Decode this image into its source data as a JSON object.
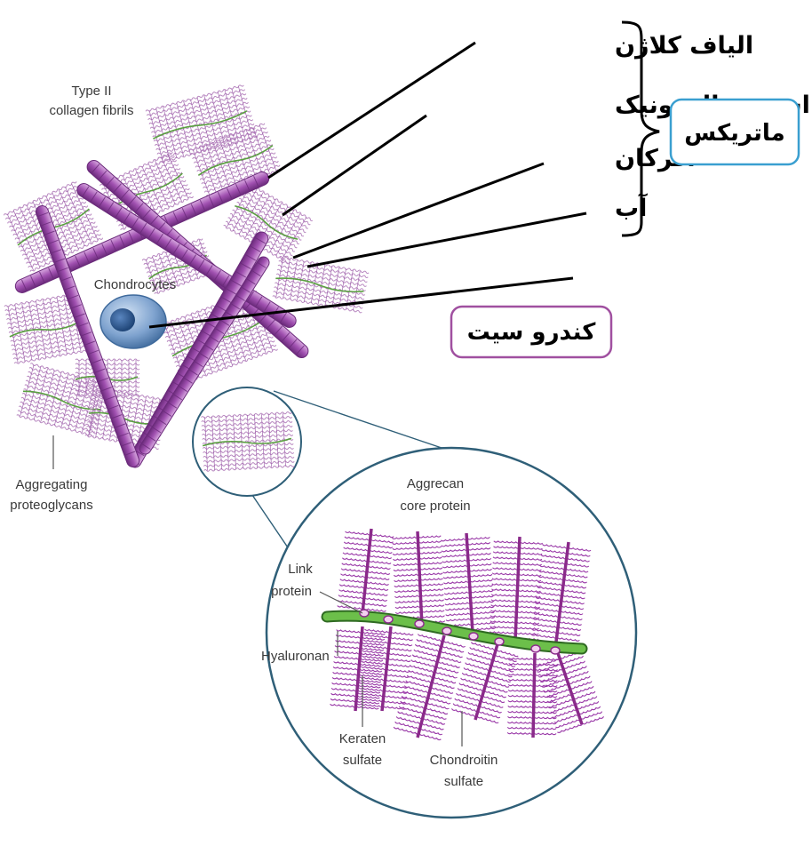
{
  "labels": {
    "type2_line1": "Type II",
    "type2_line2": "collagen fibrils",
    "chondrocytes": "Chondrocytes",
    "aggregating_line1": "Aggregating",
    "aggregating_line2": "proteoglycans",
    "aggrecan_line1": "Aggrecan",
    "aggrecan_line2": "core protein",
    "link_line1": "Link",
    "link_line2": "protein",
    "hyaluronan": "Hyaluronan",
    "keratan_line1": "Keraten",
    "keratan_line2": "sulfate",
    "chondroitin_line1": "Chondroitin",
    "chondroitin_line2": "sulfate"
  },
  "farsi": {
    "collagen_fibers": "الیاف کلاژن",
    "hyaluronic_acid": "اسید هیالورونیک",
    "aggrecan": "اگرکان",
    "water": "آب",
    "matrix": "ماتریکس",
    "chondrocyte": "کندرو سیت"
  },
  "colors": {
    "fibril": "#a050b0",
    "fibril_dark": "#6a2a7a",
    "proteoglycan": "#b888c0",
    "hyaluronan": "#5aa040",
    "cell": "#6f96c4",
    "matrix_box_border": "#3a9fd0",
    "chondrocyte_box_border": "#a050a0",
    "circle_border": "#2f5f78"
  }
}
